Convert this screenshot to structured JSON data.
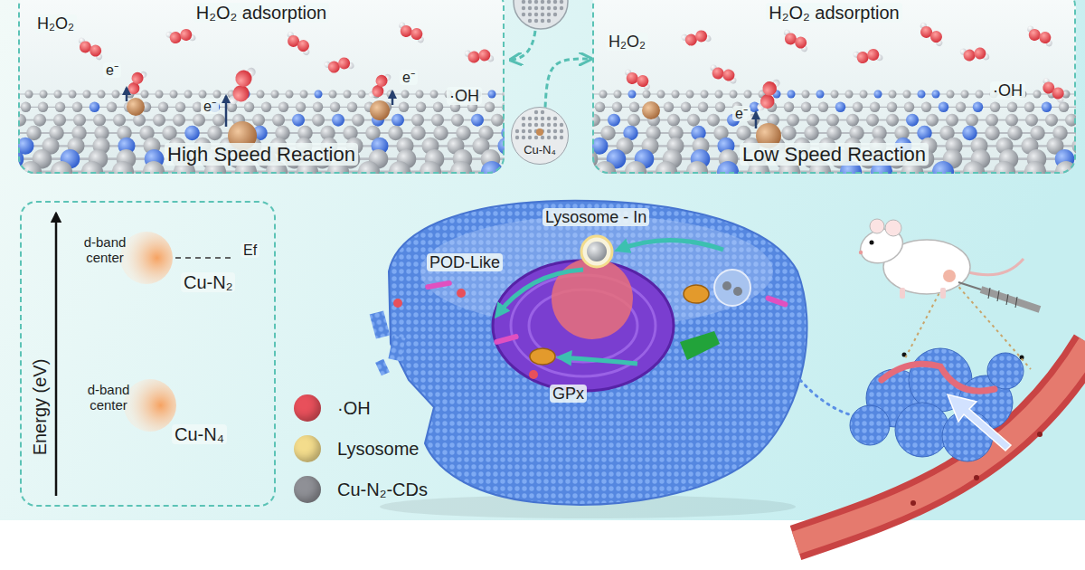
{
  "diagram": {
    "nodes": [
      {
        "text": [
          "H₂O₂ adsorption",
          "High Speed Reaction"
        ]
      },
      {
        "text": [
          "H₂O₂ adsorption",
          "Low Speed Reaction"
        ]
      },
      {
        "text": [
          "Cu-N₄"
        ]
      },
      {
        "text": [
          "Energy (eV)"
        ]
      },
      {
        "text": [
          "d-band center"
        ],
        "in": 3
      },
      {
        "text": [
          "d-band center"
        ],
        "in": 3
      }
    ],
    "edges": [
      {
        "from": 2,
        "to": 1,
        "arrow": "to"
      }
    ],
    "labels": [
      "H₂O₂",
      "e⁻",
      "e⁻",
      "e⁻",
      "·OH",
      "H₂O₂",
      "e⁻",
      "·OH",
      "Ef",
      "Cu-N₂",
      "Cu-N₄",
      "Lysosome - In",
      "POD-Like",
      "GPx"
    ],
    "legend": [
      {
        "text": "·OH",
        "color": "#e8505b"
      },
      {
        "text": "Lysosome",
        "color": "#f3dc8c"
      },
      {
        "text": "Cu-N₂-CDs",
        "color": "#8f9096"
      }
    ]
  }
}
